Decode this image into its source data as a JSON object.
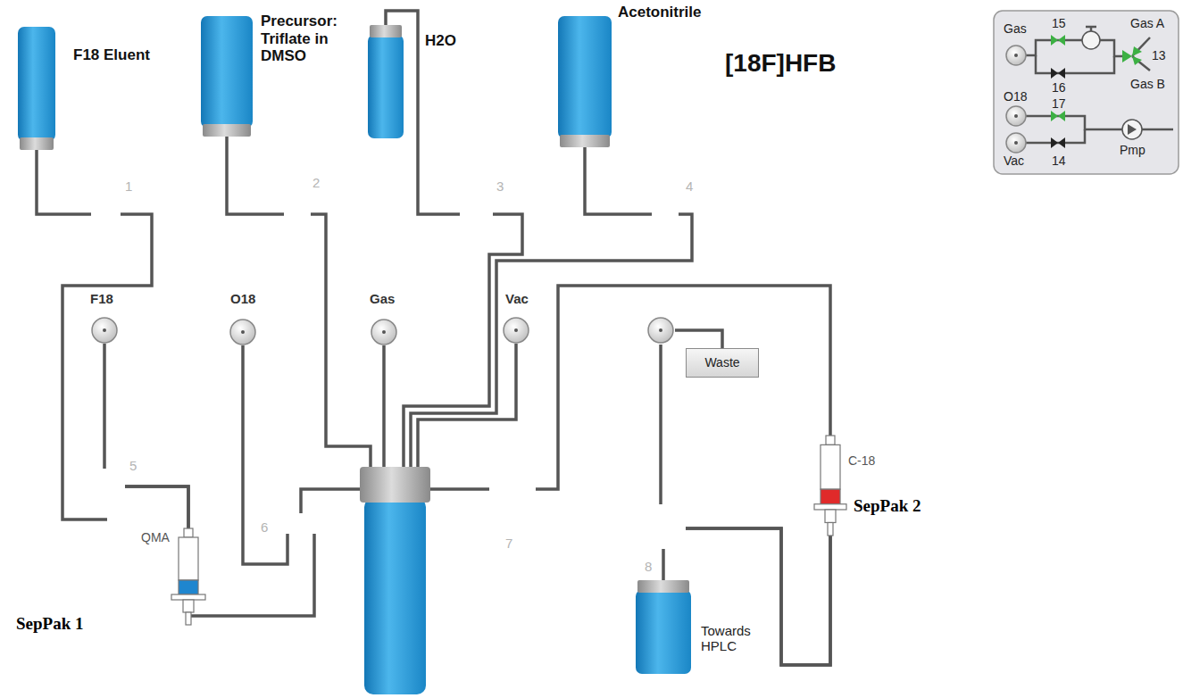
{
  "diagram": {
    "nodes": [
      {
        "text": [
          "F18 Eluent"
        ]
      },
      {
        "text": [
          "Precursor: Triflate in DMSO"
        ]
      },
      {
        "text": [
          "H2O"
        ]
      },
      {
        "text": [
          "Acetonitrile"
        ]
      },
      {
        "text": [
          "F18"
        ]
      },
      {
        "text": [
          "O18"
        ]
      },
      {
        "text": [
          "Gas"
        ]
      },
      {
        "text": [
          "Vac"
        ]
      },
      {
        "text": [
          "Waste"
        ]
      },
      {
        "text": [
          "QMA",
          "SepPak 1"
        ]
      },
      {
        "text": [
          "C-18",
          "SepPak 2"
        ]
      },
      {
        "text": [
          "Towards HPLC"
        ]
      }
    ],
    "edges": [
      {
        "from": 0,
        "to": 9,
        "arrow": "none"
      },
      {
        "from": 4,
        "to": 9,
        "arrow": "none"
      },
      {
        "from": 5,
        "to": 9,
        "arrow": "none"
      },
      {
        "from": 10,
        "to": 8,
        "arrow": "none"
      },
      {
        "from": 10,
        "to": 11,
        "arrow": "none"
      }
    ],
    "labels": [
      "[18F]HFB",
      "1",
      "2",
      "3",
      "4",
      "5",
      "6",
      "7",
      "8",
      "Gas",
      "15",
      "16",
      "Gas A",
      "13",
      "Gas B",
      "O18",
      "17",
      "Pmp",
      "Vac",
      "14"
    ]
  }
}
